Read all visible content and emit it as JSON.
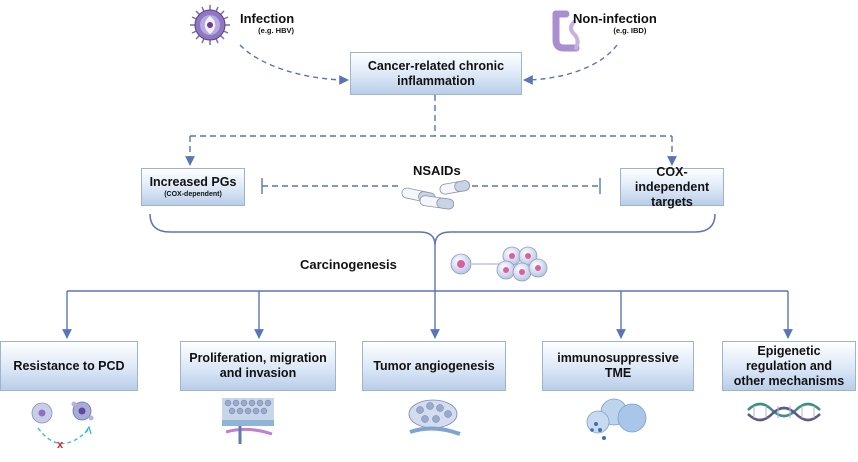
{
  "top": {
    "infection": {
      "label": "Infection",
      "example": "(e.g. HBV)"
    },
    "non_infection": {
      "label": "Non-infection",
      "example": "(e.g. IBD)"
    },
    "center": "Cancer-related chronic inflammation"
  },
  "middle": {
    "pgs": {
      "label": "Increased PGs",
      "sub": "(COX-dependent)"
    },
    "nsaids": "NSAIDs",
    "cox_independent": "COX-independent targets"
  },
  "carcinogenesis": "Carcinogenesis",
  "bottom": [
    {
      "label": "Resistance to PCD",
      "icon": "cell-death-icon"
    },
    {
      "label": "Proliferation, migration and invasion",
      "icon": "tissue-invasion-icon"
    },
    {
      "label": "Tumor angiogenesis",
      "icon": "tumor-vessel-icon"
    },
    {
      "label": "immunosuppressive TME",
      "icon": "immune-cells-icon"
    },
    {
      "label": "Epigenetic regulation and other mechanisms",
      "icon": "dna-helix-icon"
    }
  ],
  "colors": {
    "line": "#5b74b8",
    "box_top": "#ffffff",
    "box_bottom": "#b9cde8",
    "cross": "#e02020",
    "virus": "#6a3a9c"
  }
}
